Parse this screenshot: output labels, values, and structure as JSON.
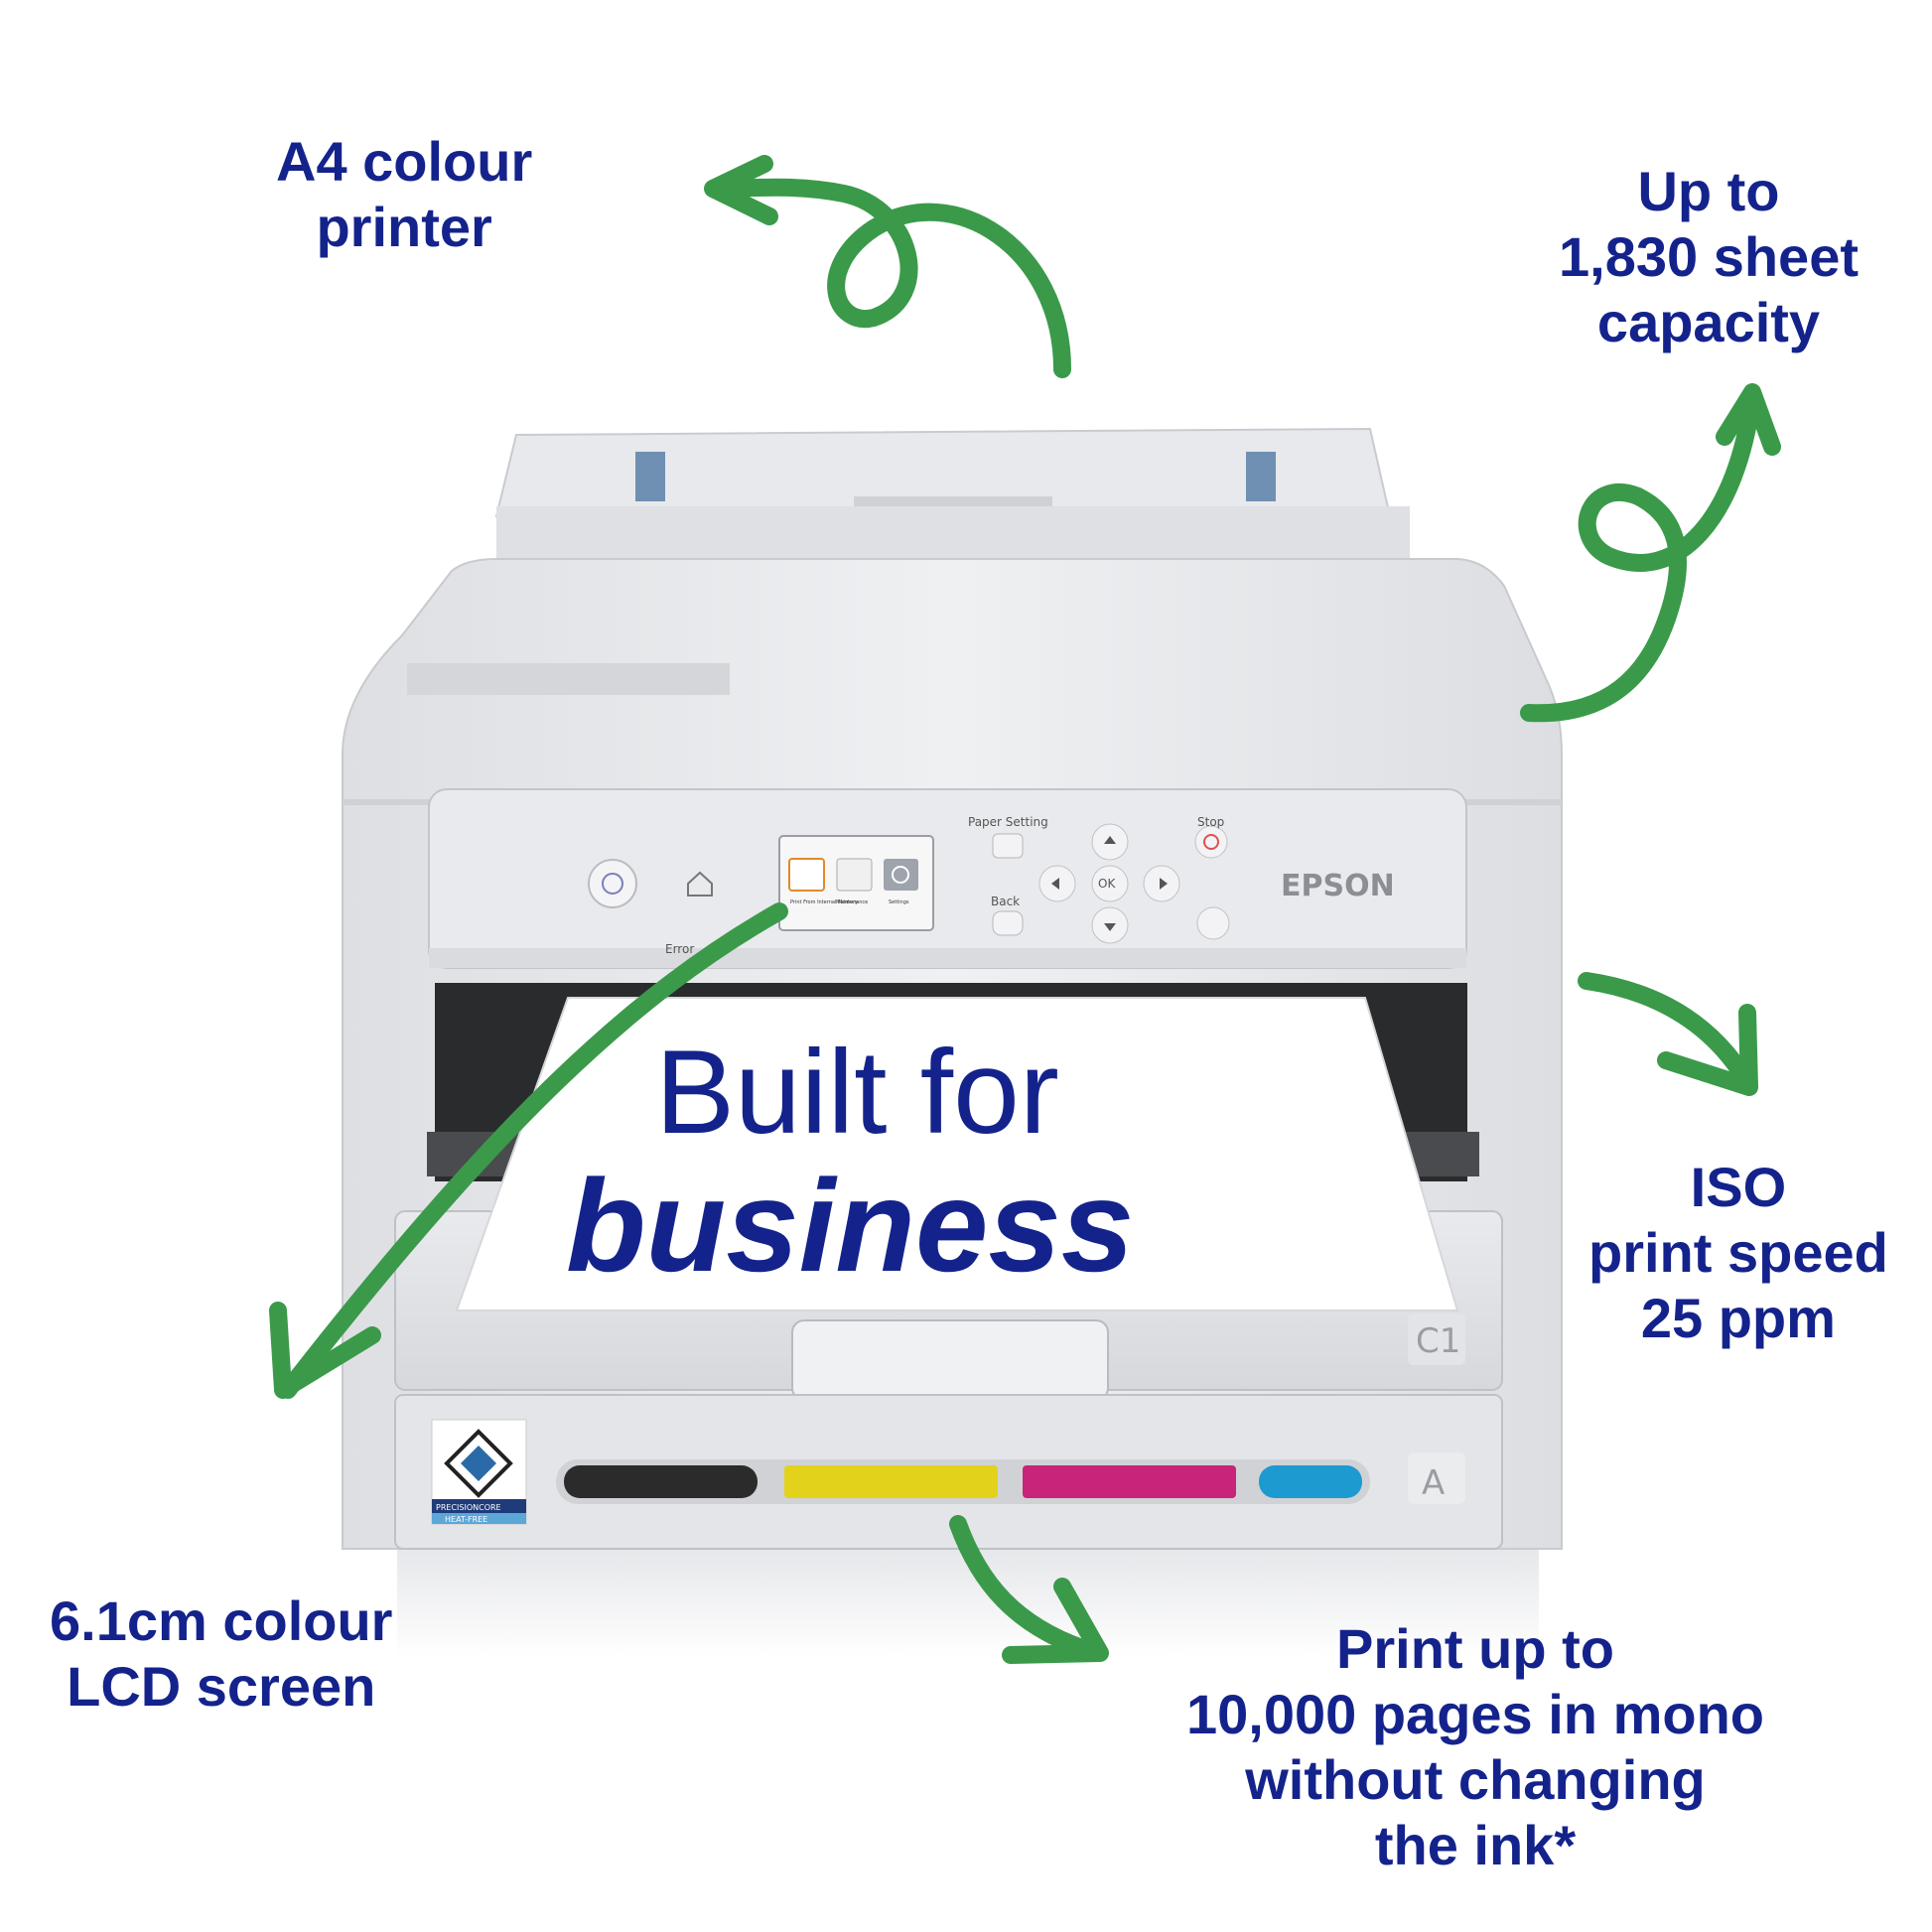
{
  "features": {
    "a4": [
      "A4 colour",
      "printer"
    ],
    "capacity": [
      "Up to",
      "1,830 sheet",
      "capacity"
    ],
    "iso": [
      "ISO",
      "print speed",
      "25 ppm"
    ],
    "lcd": [
      "6.1cm colour",
      "LCD screen"
    ],
    "ink": [
      "Print up to",
      "10,000 pages in mono",
      "without changing",
      "the ink*"
    ]
  },
  "paper": {
    "line1": "Built for",
    "line2": "business"
  },
  "printer": {
    "brand": "EPSON",
    "paper_setting_label": "Paper Setting",
    "stop_label": "Stop",
    "back_label": "Back",
    "ok_label": "OK",
    "error_label": "Error",
    "tray_c1": "C1",
    "tray_a": "A",
    "lcd_items": [
      "Print From Internal Memory",
      "Maintenance",
      "Settings"
    ],
    "badge_top": "PRECISIONCORE",
    "badge_bottom": "HEAT-FREE"
  },
  "colors": {
    "text": "#14238c",
    "arrow": "#3a9a4a",
    "ink_black": "#2b2b2b",
    "ink_yellow": "#e3d21a",
    "ink_magenta": "#c8247a",
    "ink_cyan": "#1d9ad0"
  }
}
